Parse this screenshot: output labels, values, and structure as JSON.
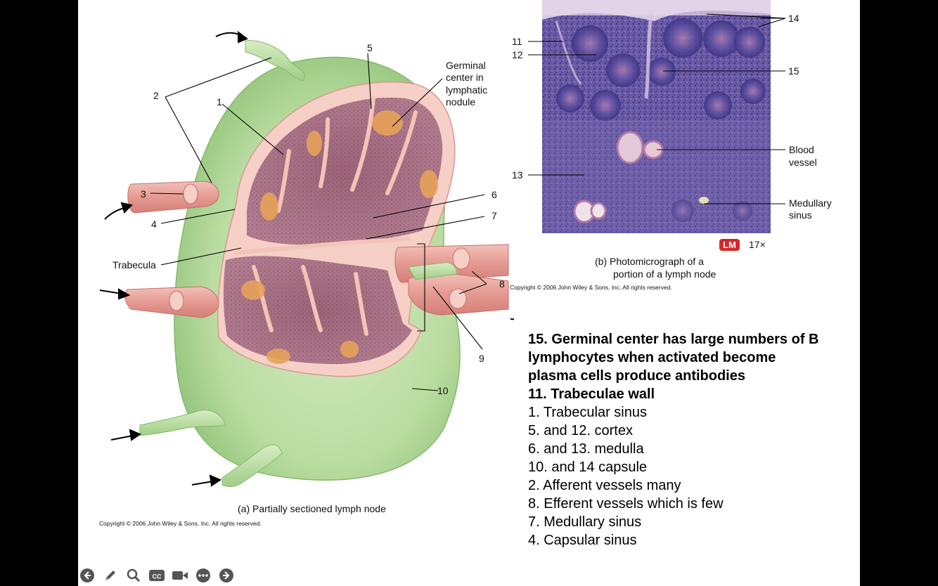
{
  "figure_a": {
    "labels": {
      "n1": "1",
      "n2": "2",
      "n3": "3",
      "n4": "4",
      "n5": "5",
      "n6": "6",
      "n7": "7",
      "n8": "8",
      "n9": "9",
      "n10": "10",
      "trabecula": "Trabecula",
      "germinal_1": "Germinal",
      "germinal_2": "center in",
      "germinal_3": "lymphatic",
      "germinal_4": "nodule"
    },
    "caption": "(a)  Partially sectioned lymph node",
    "copyright": "Copyright © 2006 John Wiley & Sons, Inc.  All rights reserved."
  },
  "figure_b": {
    "labels": {
      "n11": "11",
      "n12": "12",
      "n13": "13",
      "n14": "14",
      "n15": "15",
      "blood_1": "Blood",
      "blood_2": "vessel",
      "medullary_1": "Medullary",
      "medullary_2": "sinus"
    },
    "badge": "LM",
    "magnification": "17×",
    "caption_1": "(b)  Photomicrograph of a",
    "caption_2": "portion of a lymph node",
    "copyright": "Copyright © 2006 John Wiley & Sons, Inc.  All rights reserved."
  },
  "notes": [
    {
      "text": "15. Germinal center has large numbers of B",
      "bold": true
    },
    {
      "text": "lymphocytes when activated become",
      "bold": true
    },
    {
      "text": "plasma cells produce antibodies",
      "bold": true
    },
    {
      "text": "11. Trabeculae wall",
      "bold": true
    },
    {
      "text": "1. Trabecular sinus",
      "bold": false
    },
    {
      "text": "5. and 12. cortex",
      "bold": false
    },
    {
      "text": "6. and 13. medulla",
      "bold": false
    },
    {
      "text": "10. and 14 capsule",
      "bold": false
    },
    {
      "text": "2. Afferent vessels many",
      "bold": false
    },
    {
      "text": "8. Efferent vessels which is few",
      "bold": false
    },
    {
      "text": "7. Medullary sinus",
      "bold": false
    },
    {
      "text": "4. Capsular sinus",
      "bold": false
    }
  ],
  "toolbar": {
    "icons": [
      "back-arrow-icon",
      "pen-icon",
      "zoom-icon",
      "closed-caption-icon",
      "video-icon",
      "more-icon",
      "forward-arrow-icon"
    ],
    "cc_text": "CC"
  },
  "colors": {
    "slide_background": "#ffffff",
    "letterbox": "#000000",
    "capsule_green": "#b9dca0",
    "cortex_pink": "#a86e83",
    "germinal_orange": "#e6a25a",
    "vessel_pink": "#e59a92",
    "micrograph_purple": "#5a4f9c",
    "lm_badge": "#d8262a"
  }
}
